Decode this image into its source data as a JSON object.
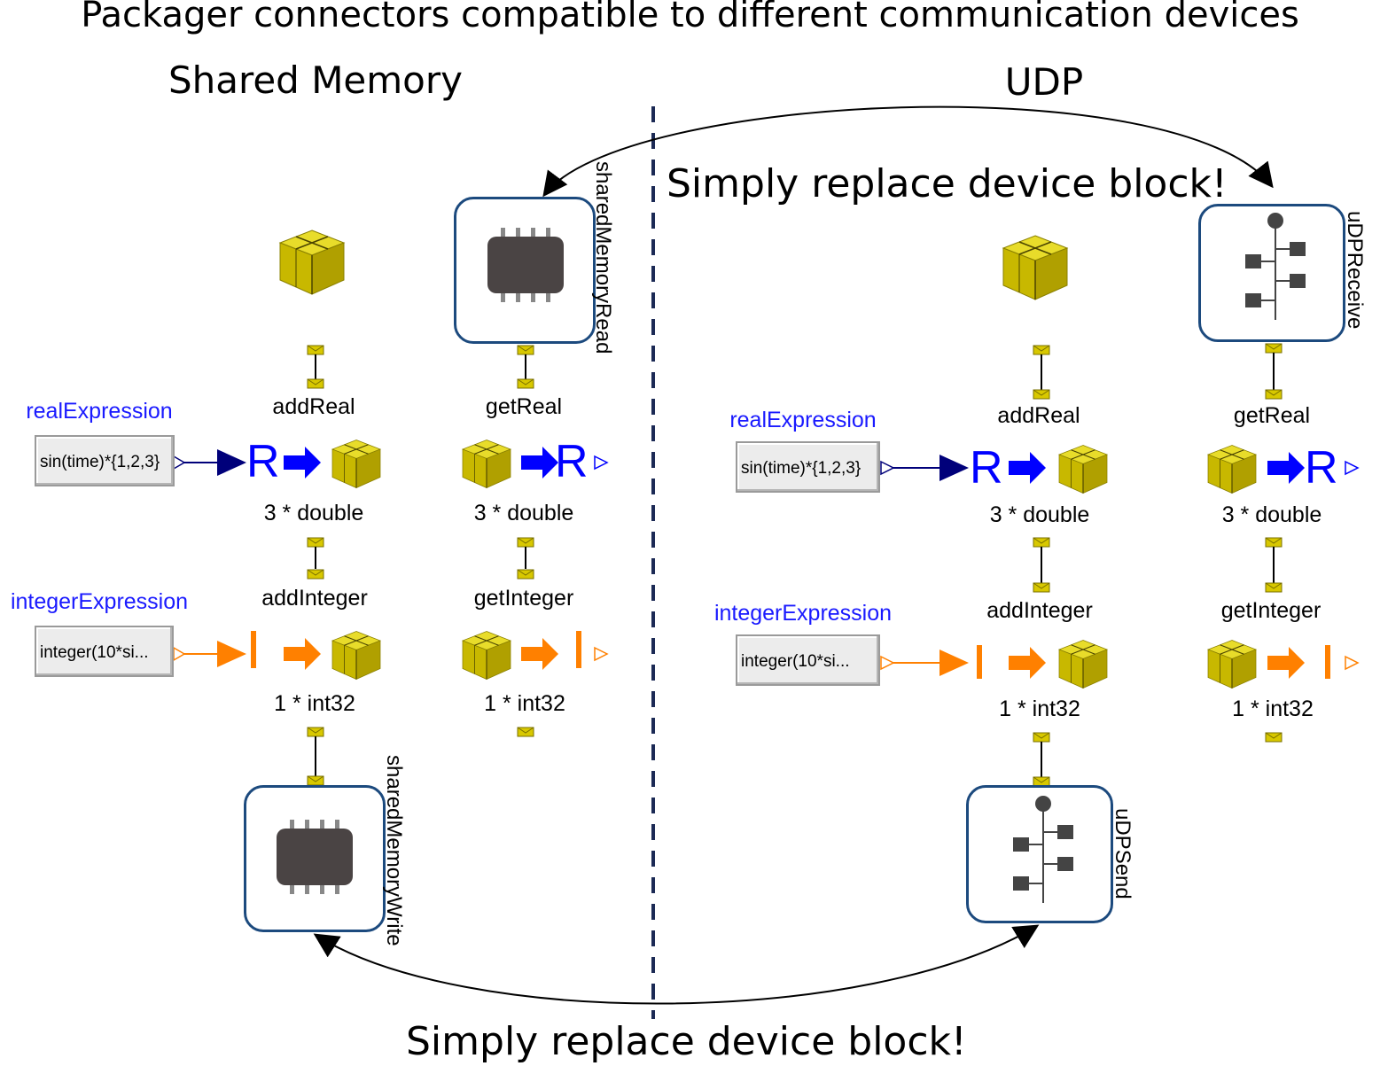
{
  "title": "Packager connectors compatible to different communication devices",
  "left_header": "Shared Memory",
  "right_header": "UDP",
  "note_top": "Simply replace device block!",
  "note_bottom": "Simply replace device block!",
  "left": {
    "real_expression_label": "realExpression",
    "real_expression_value": "sin(time)*{1,2,3}",
    "integer_expression_label": "integerExpression",
    "integer_expression_value": "integer(10*si...",
    "add_real": "addReal",
    "add_real_type": "3 * double",
    "add_integer": "addInteger",
    "add_integer_type": "1 * int32",
    "get_real": "getReal",
    "get_real_type": "3 * double",
    "get_integer": "getInteger",
    "get_integer_type": "1 * int32",
    "device_read": "sharedMemoryRead",
    "device_write": "sharedMemoryWrite"
  },
  "right": {
    "real_expression_label": "realExpression",
    "real_expression_value": "sin(time)*{1,2,3}",
    "integer_expression_label": "integerExpression",
    "integer_expression_value": "integer(10*si...",
    "add_real": "addReal",
    "add_real_type": "3 * double",
    "add_integer": "addInteger",
    "add_integer_type": "1 * int32",
    "get_real": "getReal",
    "get_real_type": "3 * double",
    "get_integer": "getInteger",
    "get_integer_type": "1 * int32",
    "device_read": "uDPReceive",
    "device_write": "uDPSend"
  },
  "glyphs": {
    "real_symbol": "R",
    "integer_symbol": "I"
  },
  "colors": {
    "real": "#0000ff",
    "real_dark": "#00007a",
    "integer": "#ff8000",
    "package": "#d8c800",
    "device_border": "#1c4a7e",
    "label_blue": "#1a1aff"
  },
  "icons": {
    "package": "package-cube-icon",
    "connector": "envelope-connector-icon",
    "chip": "chip-icon",
    "network": "network-tree-icon"
  }
}
